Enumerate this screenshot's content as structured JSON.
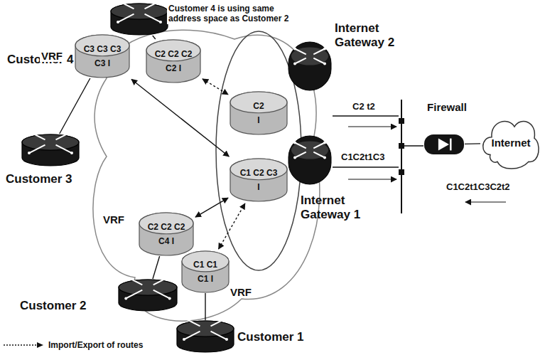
{
  "diagram": {
    "nodes": [
      {
        "text": [
          "Customer 4"
        ]
      },
      {
        "text": [
          "C2 C2 C2",
          "C2 I"
        ]
      },
      {
        "text": [
          "C3 C3 C3",
          "C3 I"
        ]
      },
      {
        "text": [
          "Customer 3"
        ]
      },
      {
        "text": [
          "C2",
          "I"
        ]
      },
      {
        "text": [
          "C1 C2 C3",
          "I"
        ]
      },
      {
        "text": [
          "Internet Gateway 2"
        ]
      },
      {
        "text": [
          "Internet Gateway 1"
        ]
      },
      {
        "text": [
          "C2 C2 C2",
          "C4 I"
        ]
      },
      {
        "text": [
          "Customer 2"
        ]
      },
      {
        "text": [
          "C1 C1",
          "C1 I"
        ]
      },
      {
        "text": [
          "Customer 1"
        ]
      },
      {
        "text": [
          "Firewall"
        ]
      },
      {
        "text": [
          "Internet"
        ]
      }
    ],
    "edges": [
      {
        "from": 0,
        "to": 1,
        "arrow": "none"
      },
      {
        "from": 1,
        "to": 4,
        "arrow": "both"
      },
      {
        "from": 2,
        "to": 5,
        "arrow": "both"
      },
      {
        "from": 8,
        "to": 5,
        "arrow": "both"
      },
      {
        "from": 10,
        "to": 5,
        "arrow": "both"
      },
      {
        "from": 2,
        "to": 3,
        "arrow": "none"
      },
      {
        "from": 8,
        "to": 9,
        "arrow": "none"
      },
      {
        "from": 10,
        "to": 11,
        "arrow": "none"
      },
      {
        "from": 12,
        "to": 13,
        "arrow": "none"
      }
    ],
    "labels": [
      "Customer 4 is using same address space as Customer 2",
      "VRF",
      "VRF",
      "VRF",
      "C2 t2",
      "C1C2t1C3",
      "C1C2t1C3C2t2"
    ],
    "legend": [
      {
        "text": "Import/Export of routes"
      }
    ]
  }
}
